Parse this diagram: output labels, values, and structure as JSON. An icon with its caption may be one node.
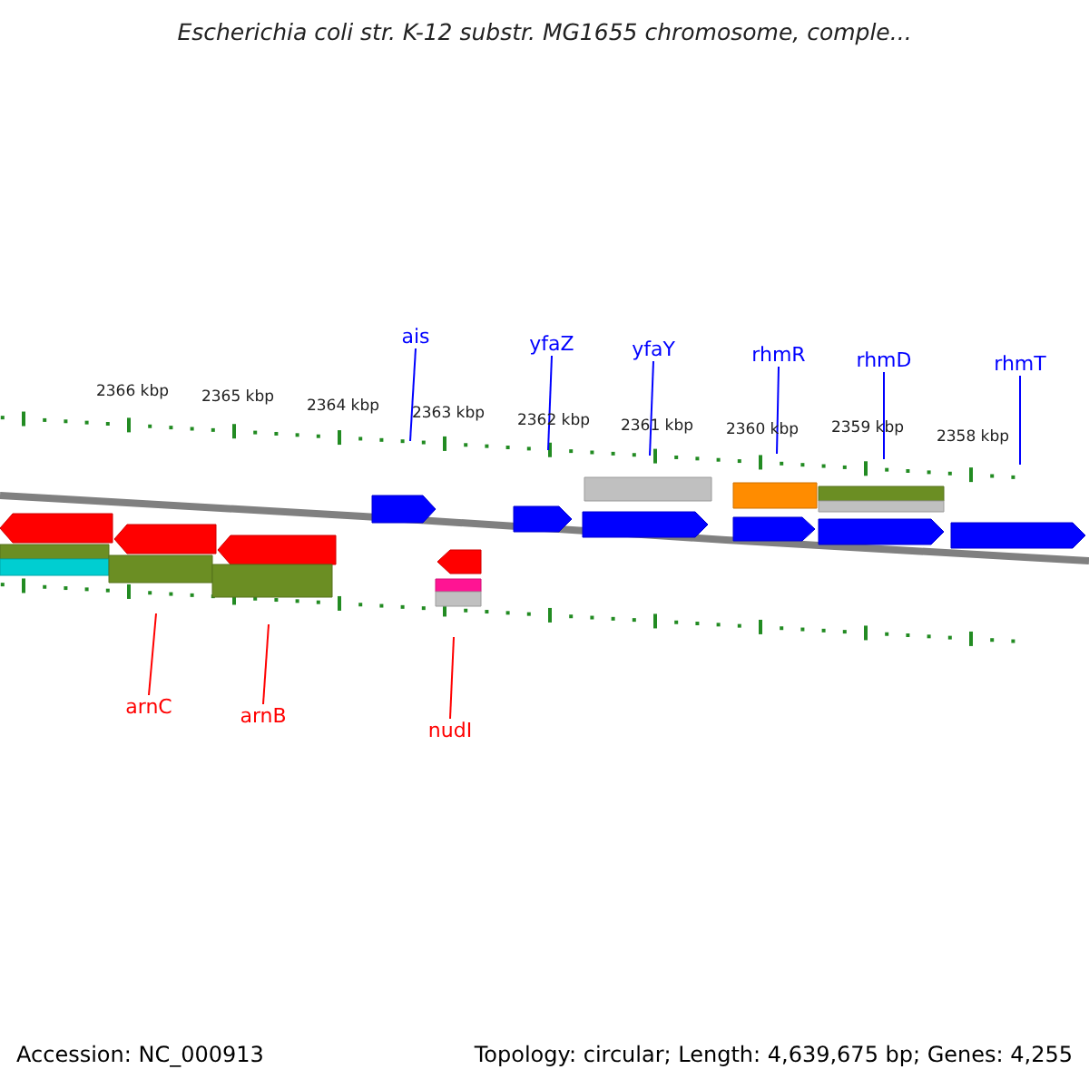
{
  "diagram": {
    "title": "Escherichia coli str. K-12 substr. MG1655 chromosome, comple...",
    "nodes": [
      {
        "text": [
          "ais"
        ]
      },
      {
        "text": [
          "yfaZ"
        ]
      },
      {
        "text": [
          "yfaY"
        ]
      },
      {
        "text": [
          "rhmR"
        ]
      },
      {
        "text": [
          "rhmD"
        ]
      },
      {
        "text": [
          "rhmT"
        ]
      },
      {
        "text": [
          "arnC"
        ]
      },
      {
        "text": [
          "arnB"
        ]
      },
      {
        "text": [
          "nudI"
        ]
      }
    ],
    "edges": [
      {
        "from": 0,
        "to": null,
        "arrow": "none"
      },
      {
        "from": 1,
        "to": null,
        "arrow": "none"
      },
      {
        "from": 2,
        "to": null,
        "arrow": "none"
      },
      {
        "from": 3,
        "to": null,
        "arrow": "none"
      },
      {
        "from": 4,
        "to": null,
        "arrow": "none"
      },
      {
        "from": 5,
        "to": null,
        "arrow": "none"
      },
      {
        "from": 6,
        "to": null,
        "arrow": "none",
        "color": "#ff0000"
      },
      {
        "from": 7,
        "to": null,
        "arrow": "none",
        "color": "#ff0000"
      },
      {
        "from": 8,
        "to": null,
        "arrow": "none",
        "color": "#ff0000"
      }
    ],
    "labels": [
      "2366 kbp",
      "2365 kbp",
      "2364 kbp",
      "2363 kbp",
      "2362 kbp",
      "2361 kbp",
      "2360 kbp",
      "2359 kbp",
      "2358 kbp",
      "Accession: NC_000913",
      "Topology: circular; Length: 4,639,675 bp; Genes: 4,255"
    ]
  }
}
